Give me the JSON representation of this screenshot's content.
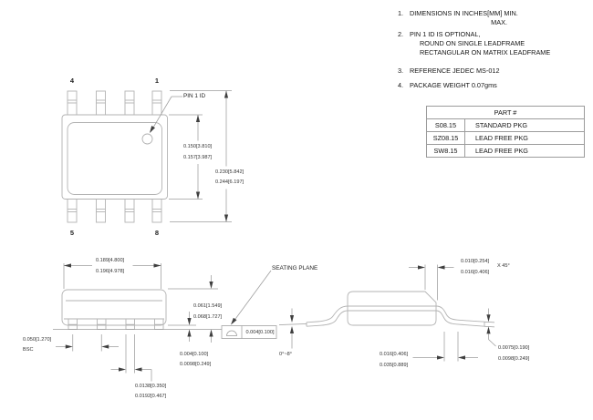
{
  "notes": {
    "items": [
      {
        "num": "1.",
        "lines": [
          "DIMENSIONS IN INCHES[MM] MIN.",
          "MAX."
        ]
      },
      {
        "num": "2.",
        "lines": [
          "PIN 1 ID IS OPTIONAL,",
          "ROUND ON SINGLE LEADFRAME",
          "RECTANGULAR ON MATRIX LEADFRAME"
        ]
      },
      {
        "num": "3.",
        "lines": [
          "REFERENCE JEDEC MS-012"
        ]
      },
      {
        "num": "4.",
        "lines": [
          "PACKAGE WEIGHT 0.07gms"
        ]
      }
    ]
  },
  "part_table": {
    "header": "PART #",
    "rows": [
      {
        "part": "S08.15",
        "desc": "STANDARD PKG"
      },
      {
        "part": "SZ08.15",
        "desc": "LEAD FREE PKG"
      },
      {
        "part": "SW8.15",
        "desc": "LEAD FREE PKG"
      }
    ]
  },
  "top_view": {
    "pin_top_left": "4",
    "pin_top_right": "1",
    "pin_bottom_left": "5",
    "pin_bottom_right": "8",
    "pin1_id_label": "PIN 1 ID",
    "dim_body_width_min": "0.150[3.810]",
    "dim_body_width_max": "0.157[3.987]",
    "dim_overall_width_min": "0.230[5.842]",
    "dim_overall_width_max": "0.244[6.197]"
  },
  "front_view": {
    "dim_length_min": "0.189[4.800]",
    "dim_length_max": "0.196[4.978]",
    "dim_pitch": "0.050[1.270]",
    "dim_pitch_qualifier": "BSC",
    "dim_lead_width_min": "0.0138[0.350]",
    "dim_lead_width_max": "0.0192[0.467]",
    "dim_height_min": "0.061[1.549]",
    "dim_height_max": "0.068[1.727]",
    "dim_standoff_min": "0.004[0.100]",
    "dim_standoff_max": "0.0098[0.249]",
    "seating_plane_label": "SEATING PLANE",
    "seating_plane_flatness": "0.004[0.100]"
  },
  "side_view": {
    "dim_chamfer_min": "0.010[0.254]",
    "dim_chamfer_max": "0.016[0.406]",
    "chamfer_angle": "X 45°",
    "dim_foot_min": "0.016[0.406]",
    "dim_foot_max": "0.035[0.889]",
    "dim_thickness_min": "0.0075[0.190]",
    "dim_thickness_max": "0.0098[0.249]",
    "lead_angle": "0°~8°"
  }
}
